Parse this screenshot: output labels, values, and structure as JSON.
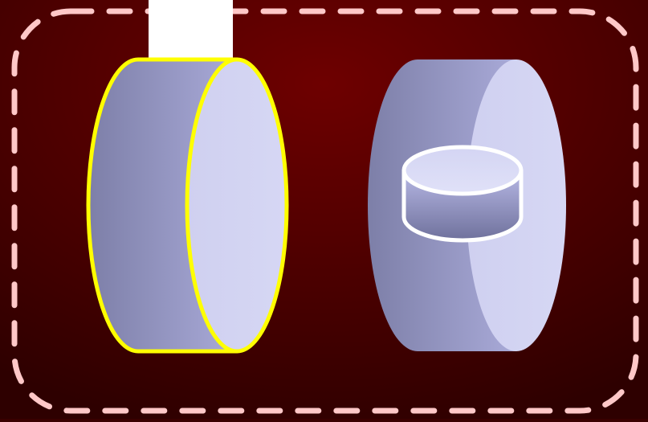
{
  "palette": {
    "background_center": "#6e0000",
    "background_edge": "#2e0000",
    "dashed_border": "#ffc8c8",
    "cylinder_dark": "#7d7fa8",
    "cylinder_mid": "#a9aad8",
    "cylinder_light": "#d6d7f4",
    "selection_outline": "#ffff00",
    "inner_outline": "#ffffff",
    "connector": "#ffffff"
  },
  "icons": {
    "left_shape": "horizontal-cylinder-selected",
    "right_shape": "horizontal-cylinder",
    "inner_shape": "vertical-cylinder",
    "top_connector": "white-rectangle"
  }
}
